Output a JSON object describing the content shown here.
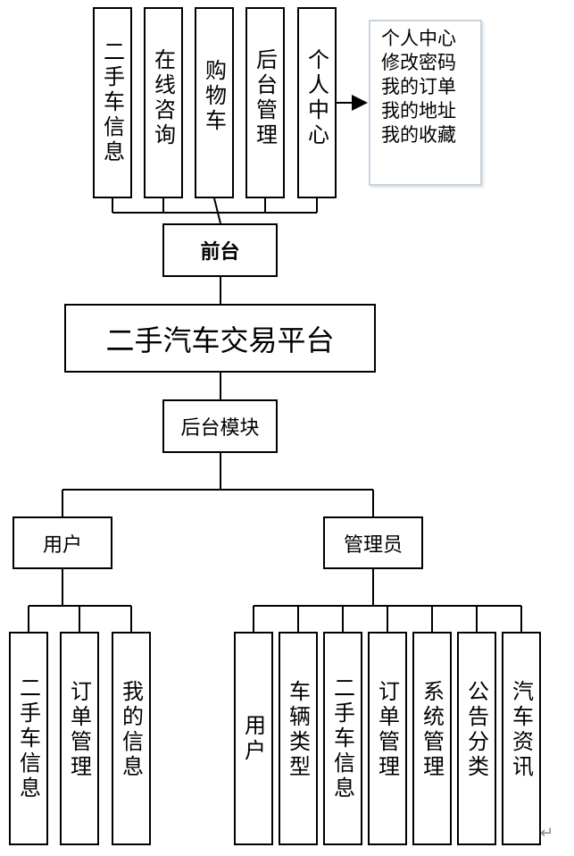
{
  "frontend": {
    "modules": [
      "二手车信息",
      "在线咨询",
      "购物车",
      "后台管理",
      "个人中心"
    ],
    "label": "前台",
    "personal_center_items": [
      "个人中心",
      "修改密码",
      "我的订单",
      "我的地址",
      "我的收藏"
    ]
  },
  "platform": {
    "title": "二手汽车交易平台"
  },
  "backend": {
    "label": "后台模块",
    "user": {
      "label": "用户",
      "items": [
        "二手车信息",
        "订单管理",
        "我的信息"
      ]
    },
    "admin": {
      "label": "管理员",
      "items": [
        "用户",
        "车辆类型",
        "二手车信息",
        "订单管理",
        "系统管理",
        "公告分类",
        "汽车资讯"
      ]
    }
  },
  "colors": {
    "line": "#000000",
    "note_border": "#c9d3dc"
  },
  "icons": {
    "paragraph_mark": "return-arrow-icon"
  }
}
